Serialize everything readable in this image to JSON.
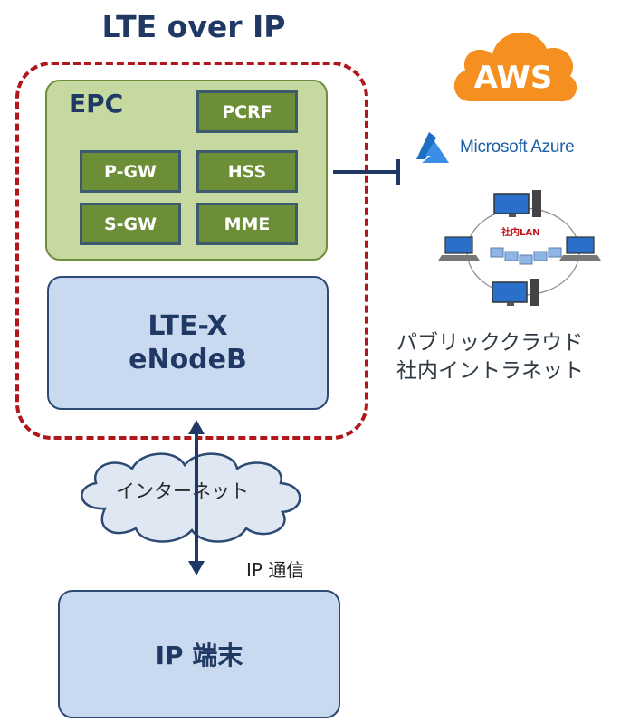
{
  "title": "LTE over IP",
  "epc": {
    "label": "EPC",
    "components": [
      "PCRF",
      "P-GW",
      "HSS",
      "S-GW",
      "MME"
    ]
  },
  "enodeb": {
    "line1": "LTE-X",
    "line2": "eNodeB"
  },
  "internet_label": "インターネット",
  "ip_comm_label": "IP 通信",
  "ip_terminal": "IP 端末",
  "cloud": {
    "aws_logo": "AWS",
    "azure_logo": "Microsoft Azure",
    "lan_label": "社内LAN",
    "caption_line1": "パブリッククラウド",
    "caption_line2": "社内イントラネット"
  },
  "colors": {
    "title": "#1f3864",
    "epc_fill": "#c5d9a1",
    "component_fill": "#6b8e36",
    "box_fill": "#c9d9ef",
    "dashed_border": "#b0161a",
    "aws_orange": "#f58f1f",
    "azure_blue": "#1c6fc4"
  }
}
